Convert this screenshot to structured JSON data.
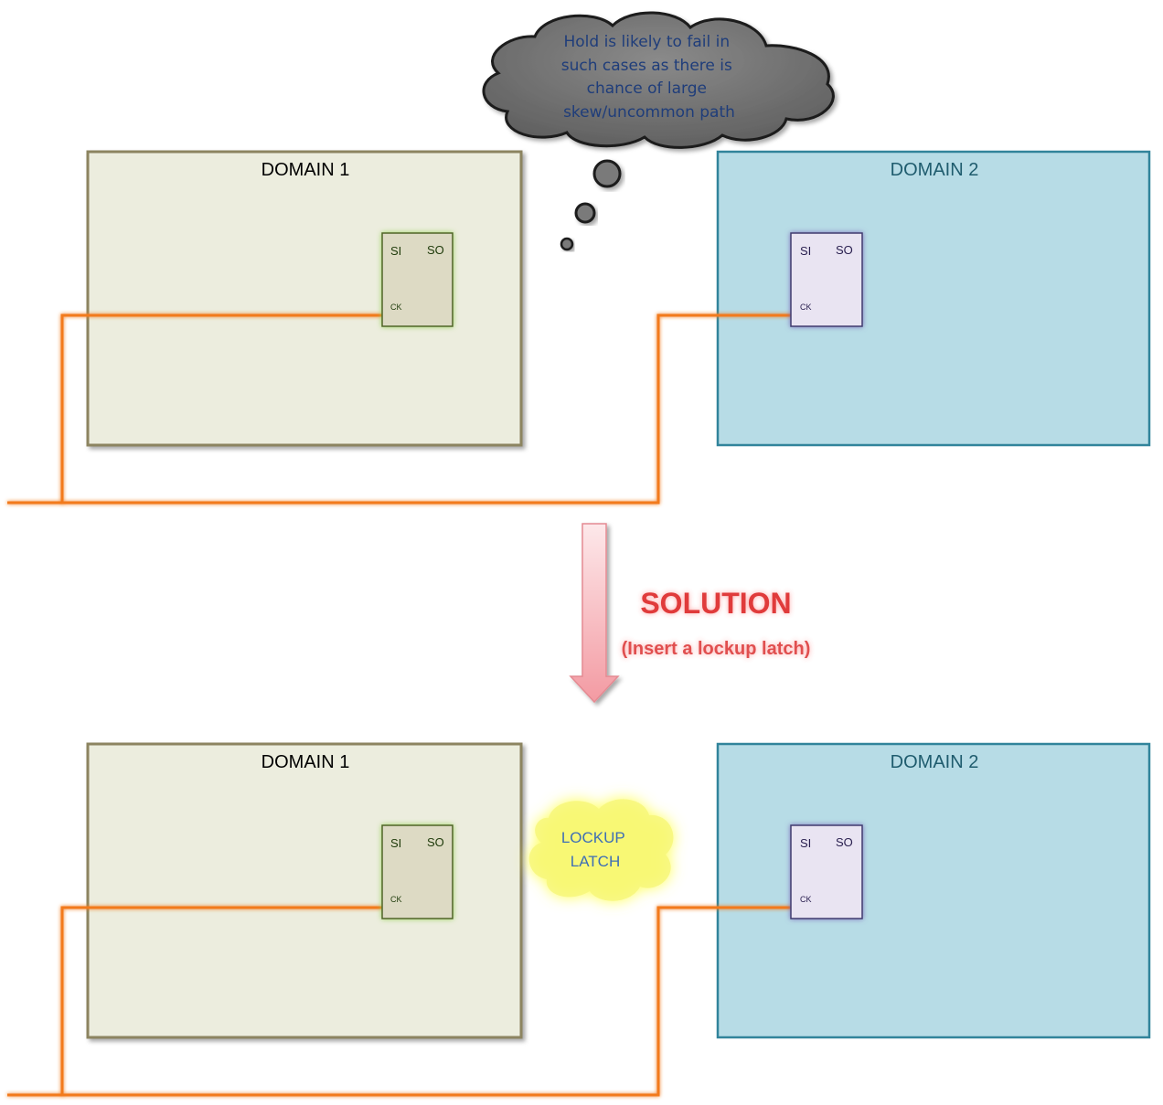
{
  "colors": {
    "domain1_fill": "#ecedde",
    "domain1_border": "#8c8460",
    "domain2_fill": "#b7dce6",
    "domain2_border": "#31849b",
    "flop1_fill": "#dddac4",
    "flop1_glow": "#92d050",
    "flop2_fill": "#e9e4f2",
    "flop2_glow": "#7a68b8",
    "clock_wire": "#f27a1a",
    "data_wire": "#3b5f60",
    "scan_chain_domain1": "#4f7a28",
    "scan_chain_domain2": "#3a4e8c",
    "cloud_fill": "#737373",
    "arrow_fill": "#f6b3b7",
    "latch_glow": "#ffff66"
  },
  "thought_cloud": {
    "lines": [
      "Hold is likely to fail in",
      "such  cases as there is",
      "chance of large",
      "skew/uncommon path"
    ]
  },
  "solution": {
    "title": "SOLUTION",
    "subtitle": "(Insert a lockup latch)"
  },
  "top_scenario": {
    "domain1": {
      "title": "DOMAIN 1",
      "flop": {
        "si": "SI",
        "so": "SO",
        "ck": "CK"
      }
    },
    "domain2": {
      "title": "DOMAIN 2",
      "flop": {
        "si": "SI",
        "so": "SO",
        "ck": "CK"
      }
    }
  },
  "bottom_scenario": {
    "domain1": {
      "title": "DOMAIN 1",
      "flop": {
        "si": "SI",
        "so": "SO",
        "ck": "CK"
      }
    },
    "lockup_latch": {
      "lines": [
        "LOCKUP",
        "LATCH"
      ]
    },
    "domain2": {
      "title": "DOMAIN 2",
      "flop": {
        "si": "SI",
        "so": "SO",
        "ck": "CK"
      }
    }
  }
}
